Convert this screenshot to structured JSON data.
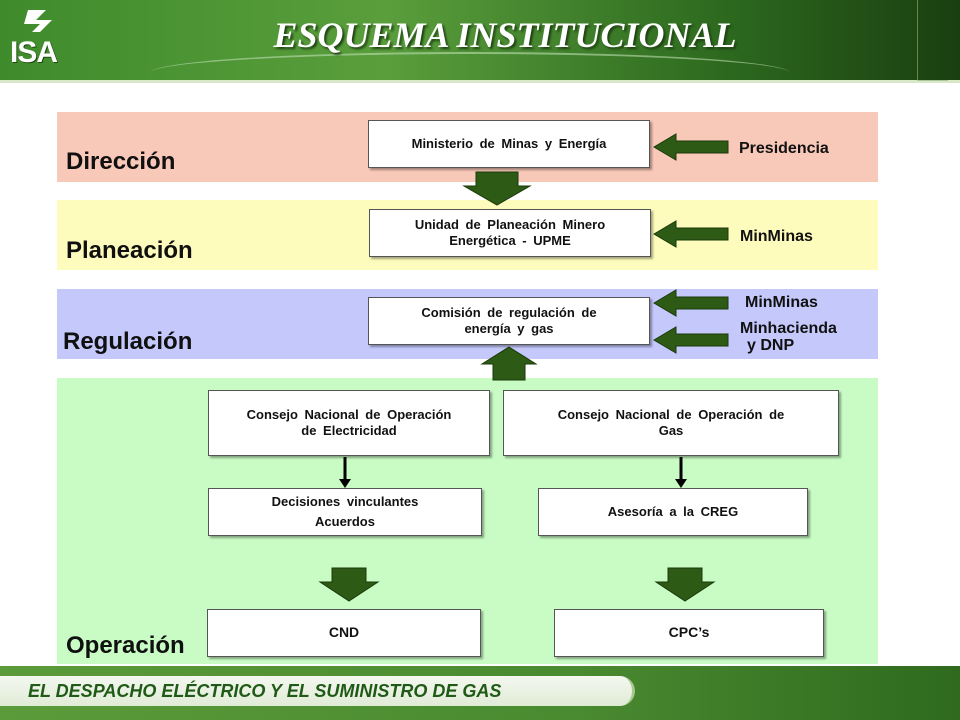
{
  "header": {
    "logo_text": "ISA",
    "title": "ESQUEMA INSTITUCIONAL"
  },
  "colors": {
    "header_green": "#4a8a30",
    "band_direccion": "#f8c8b8",
    "band_planeacion": "#fdfcbc",
    "band_regulacion": "#c4c8fb",
    "band_operacion": "#c8fcc4",
    "arrow_green": "#2d5a14"
  },
  "bands": {
    "direccion": "Dirección",
    "planeacion": "Planeación",
    "regulacion": "Regulación",
    "operacion": "Operación"
  },
  "boxes": {
    "ministerio": "Ministerio de Minas y Energía",
    "upme_line1": "Unidad de Planeación Minero",
    "upme_line2": "Energética - UPME",
    "creg_line1": "Comisión de regulación de",
    "creg_line2": "energía y gas",
    "cno_elec_line1": "Consejo Nacional de Operación",
    "cno_elec_line2": "de Electricidad",
    "cno_gas_line1": "Consejo Nacional de Operación de",
    "cno_gas_line2": "Gas",
    "decisiones_line1": "Decisiones vinculantes",
    "decisiones_line2": "Acuerdos",
    "asesoria": "Asesoría a la CREG",
    "cnd": "CND",
    "cpcs": "CPC’s"
  },
  "side_labels": {
    "presidencia": "Presidencia",
    "minminas_1": "MinMinas",
    "minminas_2": "MinMinas",
    "minhacienda": "Minhacienda",
    "dnp": "y DNP"
  },
  "footer": {
    "text": "EL DESPACHO ELÉCTRICO Y EL SUMINISTRO DE GAS"
  }
}
